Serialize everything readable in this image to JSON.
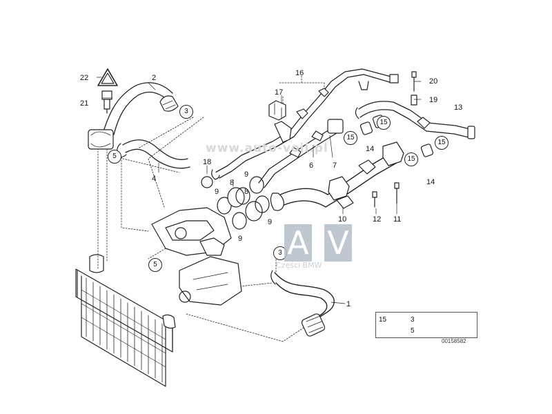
{
  "parts": {
    "p1": "1",
    "p2": "2",
    "p4": "4",
    "p6": "6",
    "p7": "7",
    "p8a": "8",
    "p8b": "8",
    "p9a": "9",
    "p9b": "9",
    "p9c": "9",
    "p9d": "9",
    "p10": "10",
    "p11": "11",
    "p12": "12",
    "p13": "13",
    "p14a": "14",
    "p14b": "14",
    "p16": "16",
    "p17": "17",
    "p18": "18",
    "p19": "19",
    "p20": "20",
    "p21": "21",
    "p22": "22"
  },
  "callouts": {
    "c3a": "3",
    "c3b": "3",
    "c5a": "5",
    "c5b": "5",
    "c15a": "15",
    "c15b": "15",
    "c15c": "15",
    "c15d": "15"
  },
  "watermark": "www.auto-voil.pl",
  "logo": {
    "left": "A",
    "right": "V"
  },
  "brand": "Części BMW",
  "legend": {
    "a": "15",
    "b": "3",
    "c": "5"
  },
  "doc_id": "00158582"
}
